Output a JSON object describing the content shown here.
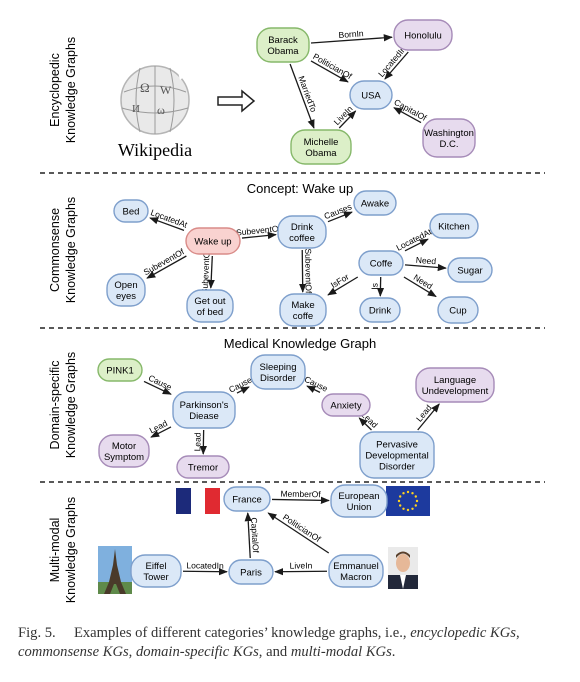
{
  "sections": [
    {
      "id": "encyclopedic",
      "label_lines": [
        "Encyclopedic",
        "Knowledge Graphs"
      ]
    },
    {
      "id": "commonsense",
      "label_lines": [
        "Commonsense",
        "Knowledge Graphs"
      ],
      "subtitle": "Concept: Wake up"
    },
    {
      "id": "domain",
      "label_lines": [
        "Domain-specific",
        "Knowledge Graphs"
      ],
      "subtitle": "Medical Knowledge Graph"
    },
    {
      "id": "multimodal",
      "label_lines": [
        "Multi-modal",
        "Knowledge Graphs"
      ]
    }
  ],
  "wikipedia_label": "Wikipedia",
  "colors": {
    "green": "#dcefc8",
    "green_stroke": "#86b86a",
    "purple": "#e7dbee",
    "purple_stroke": "#a68bb8",
    "blue": "#dbe8f7",
    "blue_stroke": "#7e9fcc",
    "red": "#f9d2d0",
    "red_stroke": "#d98b88",
    "arrow": "#1a1a1a"
  },
  "nodes": {
    "obama": {
      "lines": [
        "Barack",
        "Obama"
      ],
      "color": "green"
    },
    "honolulu": {
      "lines": [
        "Honolulu"
      ],
      "color": "purple"
    },
    "usa": {
      "lines": [
        "USA"
      ],
      "color": "blue"
    },
    "michelle": {
      "lines": [
        "Michelle",
        "Obama"
      ],
      "color": "green"
    },
    "washington": {
      "lines": [
        "Washington",
        "D.C."
      ],
      "color": "purple"
    },
    "bed": {
      "lines": [
        "Bed"
      ],
      "color": "blue"
    },
    "wakeup": {
      "lines": [
        "Wake up"
      ],
      "color": "red"
    },
    "drink_coffee": {
      "lines": [
        "Drink",
        "coffee"
      ],
      "color": "blue"
    },
    "awake": {
      "lines": [
        "Awake"
      ],
      "color": "blue"
    },
    "kitchen": {
      "lines": [
        "Kitchen"
      ],
      "color": "blue"
    },
    "open_eyes": {
      "lines": [
        "Open",
        "eyes"
      ],
      "color": "blue"
    },
    "get_out": {
      "lines": [
        "Get out",
        "of bed"
      ],
      "color": "blue"
    },
    "make_coffe": {
      "lines": [
        "Make",
        "coffe"
      ],
      "color": "blue"
    },
    "coffe": {
      "lines": [
        "Coffe"
      ],
      "color": "blue"
    },
    "sugar": {
      "lines": [
        "Sugar"
      ],
      "color": "blue"
    },
    "drink": {
      "lines": [
        "Drink"
      ],
      "color": "blue"
    },
    "cup": {
      "lines": [
        "Cup"
      ],
      "color": "blue"
    },
    "pink1": {
      "lines": [
        "PINK1"
      ],
      "color": "green"
    },
    "parkinson": {
      "lines": [
        "Parkinson's",
        "Diease"
      ],
      "color": "blue"
    },
    "sleeping": {
      "lines": [
        "Sleeping",
        "Disorder"
      ],
      "color": "blue"
    },
    "anxiety": {
      "lines": [
        "Anxiety"
      ],
      "color": "purple"
    },
    "language": {
      "lines": [
        "Language",
        "Undevelopment"
      ],
      "color": "purple"
    },
    "motor": {
      "lines": [
        "Motor",
        "Symptom"
      ],
      "color": "purple"
    },
    "tremor": {
      "lines": [
        "Tremor"
      ],
      "color": "purple"
    },
    "pervasive": {
      "lines": [
        "Pervasive",
        "Developmental",
        "Disorder"
      ],
      "color": "blue"
    },
    "france": {
      "lines": [
        "France"
      ],
      "color": "blue"
    },
    "eu": {
      "lines": [
        "European",
        "Union"
      ],
      "color": "blue"
    },
    "eiffel": {
      "lines": [
        "Eiffel",
        "Tower"
      ],
      "color": "blue"
    },
    "paris": {
      "lines": [
        "Paris"
      ],
      "color": "blue"
    },
    "macron": {
      "lines": [
        "Emmanuel",
        "Macron"
      ],
      "color": "blue"
    }
  },
  "edges": [
    {
      "from": "obama",
      "to": "honolulu",
      "label": "BornIn"
    },
    {
      "from": "obama",
      "to": "usa",
      "label": "PoliticianOf"
    },
    {
      "from": "obama",
      "to": "michelle",
      "label": "MarriedTo"
    },
    {
      "from": "honolulu",
      "to": "usa",
      "label": "LocatedIn"
    },
    {
      "from": "michelle",
      "to": "usa",
      "label": "LiveIn"
    },
    {
      "from": "washington",
      "to": "usa",
      "label": "CapitalOf"
    },
    {
      "from": "wakeup",
      "to": "bed",
      "label": "LocatedAt"
    },
    {
      "from": "wakeup",
      "to": "drink_coffee",
      "label": "SubeventOf"
    },
    {
      "from": "wakeup",
      "to": "open_eyes",
      "label": "SubeventOf"
    },
    {
      "from": "wakeup",
      "to": "get_out",
      "label": "SubeventOf"
    },
    {
      "from": "drink_coffee",
      "to": "awake",
      "label": "Causes"
    },
    {
      "from": "drink_coffee",
      "to": "make_coffe",
      "label": "SubeventOf"
    },
    {
      "from": "coffe",
      "to": "make_coffe",
      "label": "IsFor"
    },
    {
      "from": "coffe",
      "to": "kitchen",
      "label": "LocatedAt"
    },
    {
      "from": "coffe",
      "to": "sugar",
      "label": "Need"
    },
    {
      "from": "coffe",
      "to": "cup",
      "label": "Need"
    },
    {
      "from": "coffe",
      "to": "drink",
      "label": "Is"
    },
    {
      "from": "pink1",
      "to": "parkinson",
      "label": "Cause"
    },
    {
      "from": "parkinson",
      "to": "sleeping",
      "label": "Cause"
    },
    {
      "from": "parkinson",
      "to": "motor",
      "label": "Lead"
    },
    {
      "from": "parkinson",
      "to": "tremor",
      "label": "Lead"
    },
    {
      "from": "anxiety",
      "to": "sleeping",
      "label": "Cause"
    },
    {
      "from": "pervasive",
      "to": "anxiety",
      "label": "Lead"
    },
    {
      "from": "pervasive",
      "to": "language",
      "label": "Lead"
    },
    {
      "from": "france",
      "to": "eu",
      "label": "MemberOf"
    },
    {
      "from": "paris",
      "to": "france",
      "label": "CapitalOf"
    },
    {
      "from": "eiffel",
      "to": "paris",
      "label": "LocatedIn"
    },
    {
      "from": "macron",
      "to": "paris",
      "label": "LiveIn"
    },
    {
      "from": "macron",
      "to": "france",
      "label": "PoliticianOf"
    }
  ],
  "caption": {
    "prefix": "Fig. 5.",
    "text_before": "Examples of different categories’ knowledge graphs, i.e.,",
    "t1": "encyclopedic KGs",
    "t2": "commonsense KGs",
    "t3": "domain-specific KGs",
    "t4": "multi-modal KGs",
    "sep": ", ",
    "and": ", and ",
    "end": "."
  }
}
